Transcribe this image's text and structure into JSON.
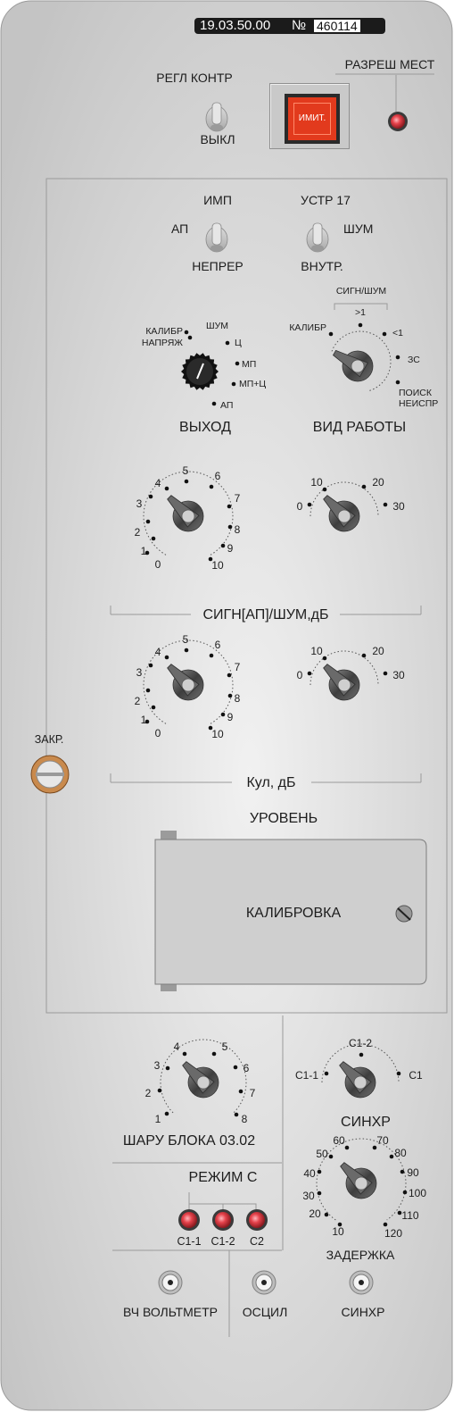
{
  "serial": {
    "code": "19.03.50.00",
    "no": "№",
    "number": "460114"
  },
  "top": {
    "regl_kontr": "РЕГЛ КОНТР",
    "vykl": "ВЫКЛ",
    "imit_button": "ИМИТ.",
    "razresh_mest": "РАЗРЕШ МЕСТ"
  },
  "switches": {
    "imp": "ИМП",
    "ap": "АП",
    "nepreper": "НЕПРЕР",
    "ustr17": "УСТР 17",
    "shum": "ШУМ",
    "vnutr": "ВНУТР."
  },
  "vykhod": {
    "title": "ВЫХОД",
    "kalibr_napryazh_1": "КАЛИБР",
    "kalibr_napryazh_2": "НАПРЯЖ",
    "positions": [
      "ШУМ",
      "Ц",
      "МП",
      "МП+Ц",
      "АП"
    ]
  },
  "vid_raboty": {
    "title": "ВИД РАБОТЫ",
    "sign_shum": "СИГН/ШУМ",
    "positions": [
      "КАЛИБР",
      ">1",
      "<1",
      "ЗС"
    ],
    "poisk_1": "ПОИСК",
    "poisk_2": "НЕИСПР"
  },
  "sign_ap_shum": {
    "title": "СИГН[АП]/ШУМ,дБ",
    "units_scale": [
      "0",
      "1",
      "2",
      "3",
      "4",
      "5",
      "6",
      "7",
      "8",
      "9",
      "10"
    ],
    "tens_scale": [
      "0",
      "10",
      "20",
      "30"
    ]
  },
  "kul": {
    "title": "Кул, дБ",
    "units_scale": [
      "0",
      "1",
      "2",
      "3",
      "4",
      "5",
      "6",
      "7",
      "8",
      "9",
      "10"
    ],
    "tens_scale": [
      "0",
      "10",
      "20",
      "30"
    ]
  },
  "kalibrovka": {
    "uroven": "УРОВЕНЬ",
    "label": "КАЛИБРОВКА"
  },
  "zakr": "ЗАКР.",
  "sharu": {
    "title": "ШАРУ БЛОКА 03.02",
    "scale": [
      "1",
      "2",
      "3",
      "4",
      "5",
      "6",
      "7",
      "8"
    ]
  },
  "sinkhr": {
    "title": "СИНХР",
    "scale": [
      "С1-1",
      "С1-2",
      "С1"
    ]
  },
  "zaderzhka": {
    "title": "ЗАДЕРЖКА",
    "scale": [
      "10",
      "20",
      "30",
      "40",
      "50",
      "60",
      "70",
      "80",
      "90",
      "100",
      "110",
      "120"
    ]
  },
  "rezhim_c": {
    "title": "РЕЖИМ С",
    "lamps": [
      "С1-1",
      "С1-2",
      "С2"
    ]
  },
  "bottom": {
    "vch": "ВЧ ВОЛЬТМЕТР",
    "oscil": "ОСЦИЛ",
    "sinkhr": "СИНХР"
  },
  "colors": {
    "panel": "#d8d8d8",
    "lamp": "#e5424b",
    "imit": "#e23a1d",
    "knob": "#555555"
  }
}
